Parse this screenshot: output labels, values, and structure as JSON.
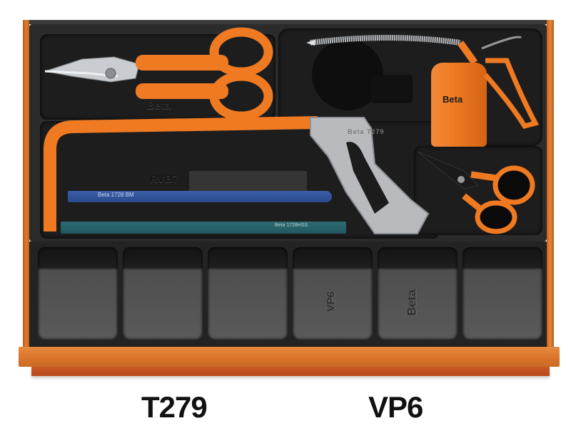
{
  "product": {
    "description": "Beta tool drawer tray with hacksaw, tin snips, oiler, electrician scissors and compartment tray",
    "brand_color": "#ef7a22",
    "tray_color": "#2b2b2b"
  },
  "captions": {
    "left_code": "T279",
    "right_code": "VP6"
  },
  "tools": {
    "tin_snips": {
      "label": "tin snips"
    },
    "oiler": {
      "label": "oil can",
      "brand": "Beta"
    },
    "hacksaw": {
      "label": "hacksaw frame",
      "frame_marking": "Beta T279"
    },
    "blade_1": {
      "marking": "Beta 1728 BM"
    },
    "blade_2": {
      "marking": "Beta 1728HSS"
    },
    "electrician_scissors": {
      "label": "electrician scissors"
    }
  },
  "tray_markings": {
    "upper_left": "Beta",
    "upper_mid": "RVB7"
  },
  "compartments": [
    {
      "text": ""
    },
    {
      "text": ""
    },
    {
      "text": ""
    },
    {
      "text": "VP6"
    },
    {
      "text": "Beta"
    },
    {
      "text": ""
    }
  ]
}
